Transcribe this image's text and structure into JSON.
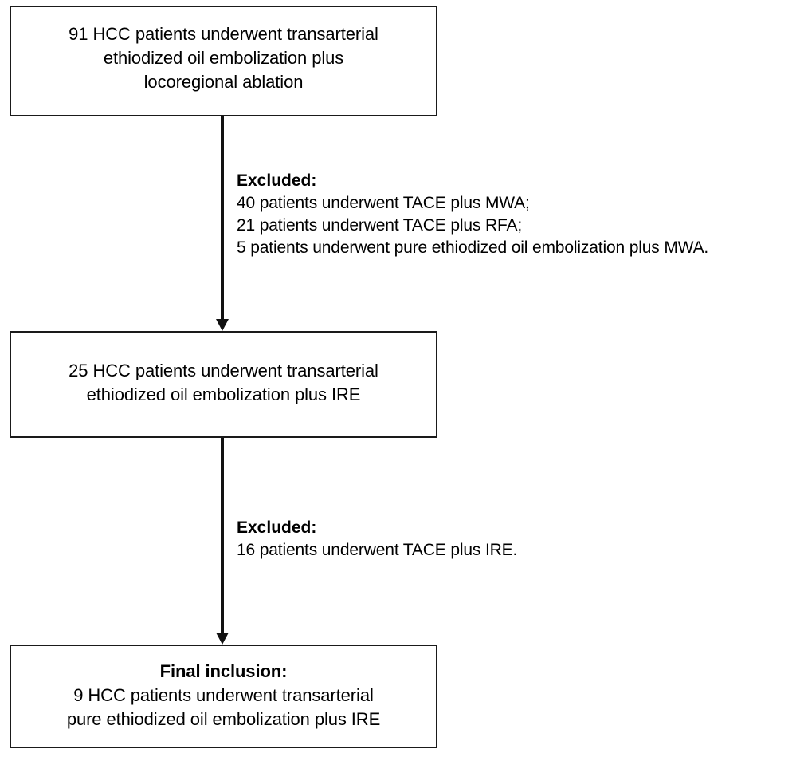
{
  "diagram": {
    "type": "patient-selection-flowchart",
    "boxes": [
      {
        "id": "initial-cohort",
        "lines": [
          "91 HCC patients underwent transarterial",
          "ethiodized oil embolization plus",
          "locoregional ablation"
        ]
      },
      {
        "id": "intermediate-cohort",
        "lines": [
          "25 HCC patients underwent transarterial",
          "ethiodized oil embolization plus IRE"
        ]
      },
      {
        "id": "final-cohort",
        "heading": "Final inclusion:",
        "lines": [
          "9 HCC patients underwent transarterial",
          "pure ethiodized oil embolization plus IRE"
        ]
      }
    ],
    "exclusions": [
      {
        "id": "exclusion-1",
        "heading": "Excluded:",
        "lines": [
          "40 patients underwent TACE plus MWA;",
          "21 patients underwent TACE plus RFA;",
          "5 patients underwent pure ethiodized oil embolization plus MWA."
        ]
      },
      {
        "id": "exclusion-2",
        "heading": "Excluded:",
        "lines": [
          "16 patients underwent TACE plus IRE."
        ]
      }
    ],
    "colors": {
      "stroke": "#1a1a1a",
      "background": "#ffffff",
      "text": "#000000"
    }
  }
}
